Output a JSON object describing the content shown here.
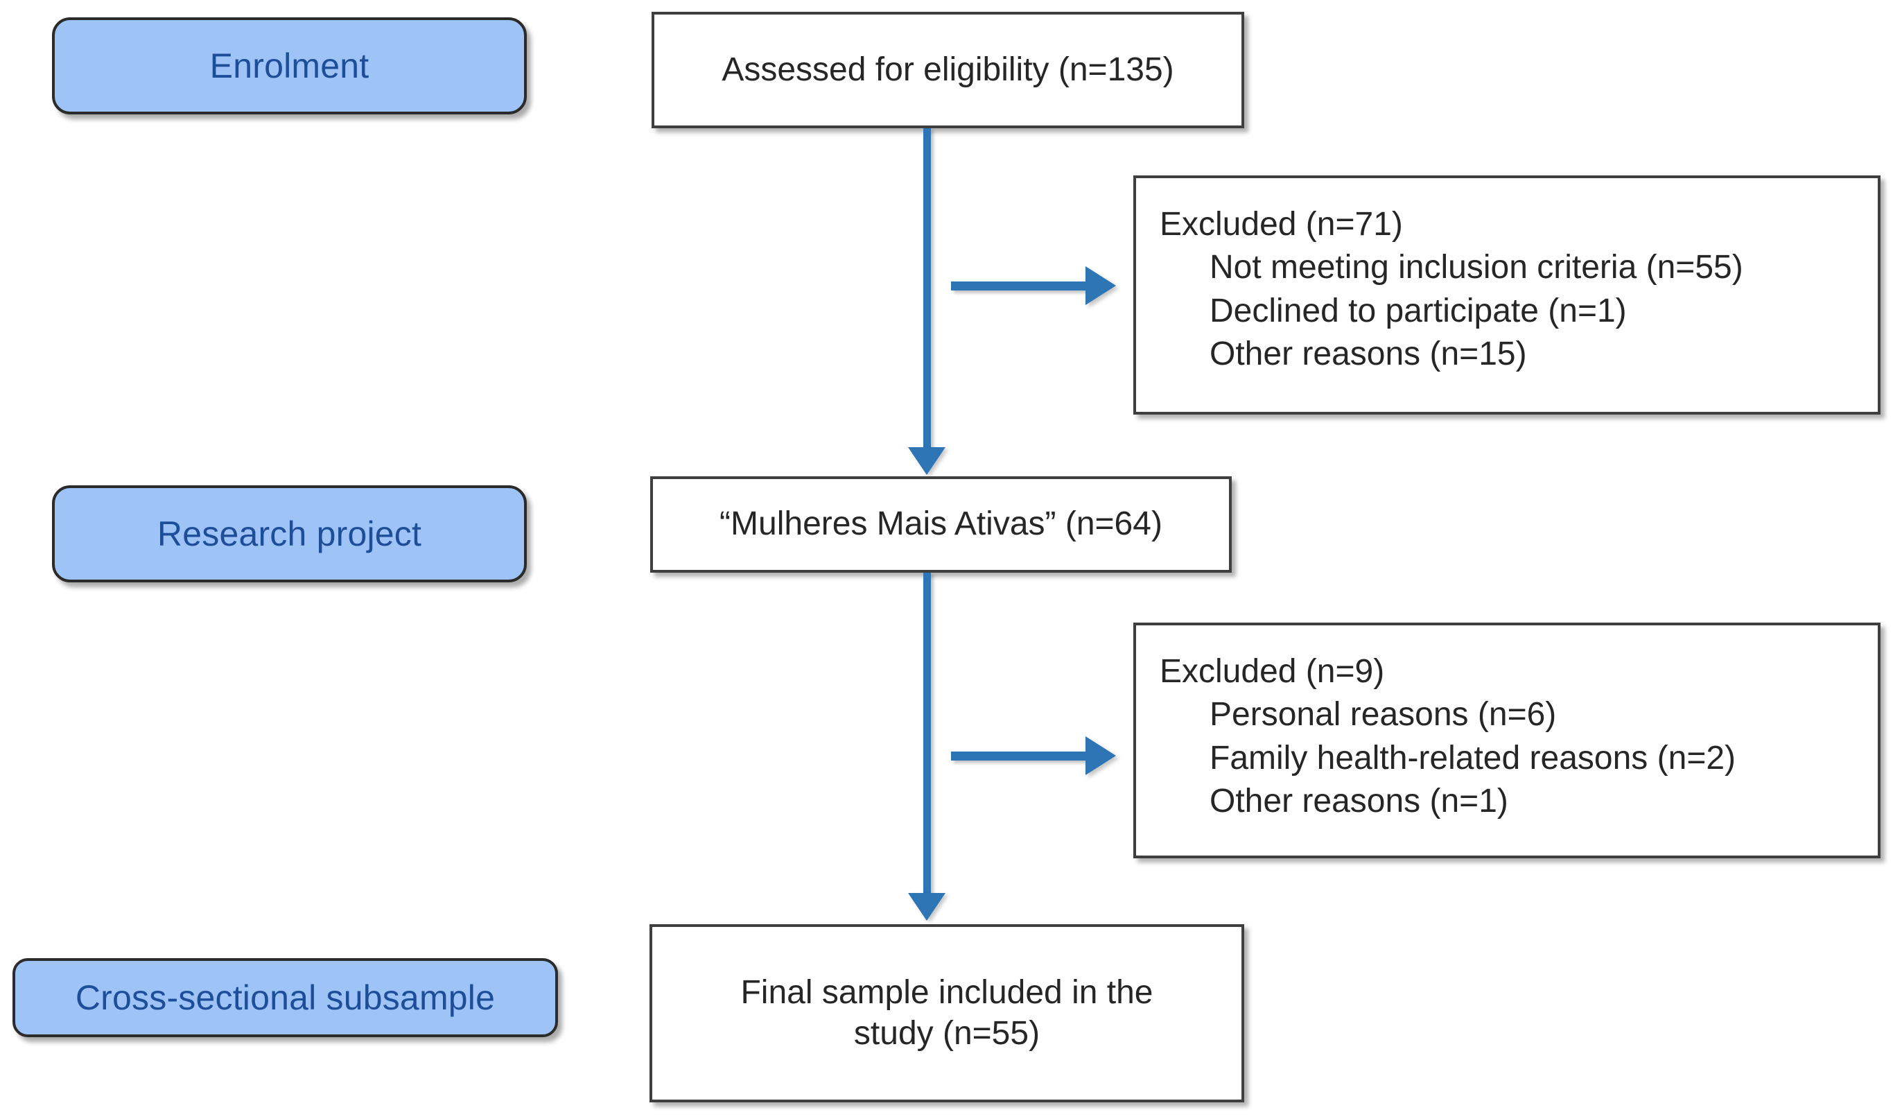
{
  "figure": {
    "type": "prisma-participant-flow-diagram",
    "accent_blue": "#2E75B6",
    "label_fill": "#9DC3F7",
    "label_text_color": "#1F4E99",
    "box_text_color": "#262626"
  },
  "stages": {
    "enrolment": "Enrolment",
    "research_project": "Research project",
    "cross_sectional_subsample": "Cross-sectional subsample"
  },
  "nodes": {
    "assessed": "Assessed for eligibility (n=135)",
    "project": "“Mulheres Mais Ativas” (n=64)",
    "final_line1": "Final sample included in the",
    "final_line2": "study (n=55)"
  },
  "excluded_first": {
    "heading": "Excluded (n=71)",
    "reasons": [
      "Not meeting inclusion criteria (n=55)",
      "Declined to participate (n=1)",
      "Other reasons (n=15)"
    ]
  },
  "excluded_second": {
    "heading": "Excluded (n=9)",
    "reasons": [
      "Personal reasons (n=6)",
      "Family health-related reasons (n=2)",
      "Other reasons (n=1)"
    ]
  },
  "chart_data": {
    "type": "diagram",
    "title": "Participant flow",
    "counts": {
      "assessed_for_eligibility": 135,
      "excluded_total_stage1": 71,
      "not_meeting_inclusion_criteria": 55,
      "declined_to_participate": 1,
      "other_reasons_stage1": 15,
      "enrolled_in_project": 64,
      "excluded_total_stage2": 9,
      "personal_reasons": 6,
      "family_health_related_reasons": 2,
      "other_reasons_stage2": 1,
      "final_sample": 55
    }
  }
}
